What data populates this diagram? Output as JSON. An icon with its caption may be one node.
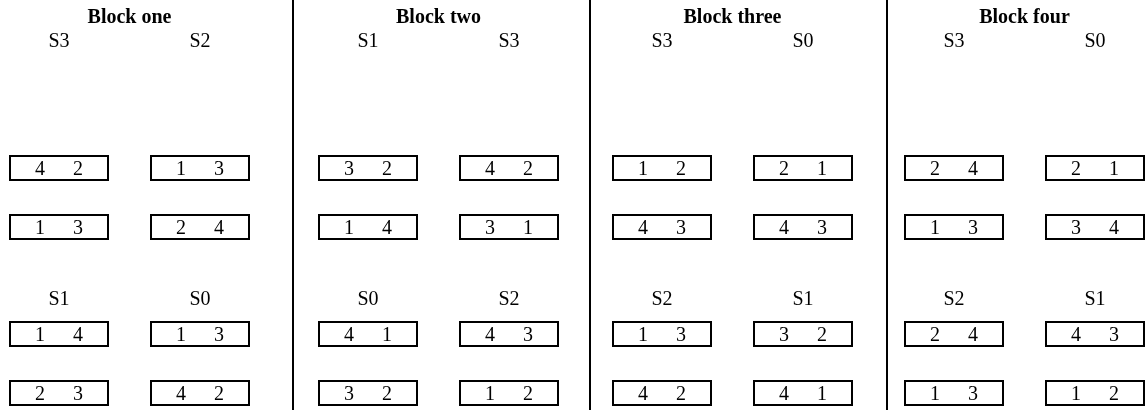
{
  "diagram": {
    "nodes": [
      {
        "text": [
          "4",
          "2"
        ]
      },
      {
        "text": [
          "1",
          "3"
        ]
      },
      {
        "text": [
          "3",
          "2"
        ]
      },
      {
        "text": [
          "4",
          "2"
        ]
      },
      {
        "text": [
          "1",
          "2"
        ]
      },
      {
        "text": [
          "2",
          "1"
        ]
      },
      {
        "text": [
          "2",
          "4"
        ]
      },
      {
        "text": [
          "2",
          "1"
        ]
      },
      {
        "text": [
          "1",
          "3"
        ]
      },
      {
        "text": [
          "2",
          "4"
        ]
      },
      {
        "text": [
          "1",
          "4"
        ]
      },
      {
        "text": [
          "3",
          "1"
        ]
      },
      {
        "text": [
          "4",
          "3"
        ]
      },
      {
        "text": [
          "4",
          "3"
        ]
      },
      {
        "text": [
          "1",
          "3"
        ]
      },
      {
        "text": [
          "3",
          "4"
        ]
      },
      {
        "text": [
          "1",
          "4"
        ]
      },
      {
        "text": [
          "1",
          "3"
        ]
      },
      {
        "text": [
          "4",
          "1"
        ]
      },
      {
        "text": [
          "4",
          "3"
        ]
      },
      {
        "text": [
          "1",
          "3"
        ]
      },
      {
        "text": [
          "3",
          "2"
        ]
      },
      {
        "text": [
          "2",
          "4"
        ]
      },
      {
        "text": [
          "4",
          "3"
        ]
      },
      {
        "text": [
          "2",
          "3"
        ]
      },
      {
        "text": [
          "4",
          "2"
        ]
      },
      {
        "text": [
          "3",
          "2"
        ]
      },
      {
        "text": [
          "1",
          "2"
        ]
      },
      {
        "text": [
          "4",
          "2"
        ]
      },
      {
        "text": [
          "4",
          "1"
        ]
      },
      {
        "text": [
          "1",
          "3"
        ]
      },
      {
        "text": [
          "1",
          "2"
        ]
      }
    ],
    "labels": [
      "Block one",
      "Block two",
      "Block three",
      "Block four",
      "S3",
      "S2",
      "S1",
      "S3",
      "S3",
      "S0",
      "S3",
      "S0",
      "S1",
      "S0",
      "S0",
      "S2",
      "S2",
      "S1",
      "S2",
      "S1"
    ]
  }
}
